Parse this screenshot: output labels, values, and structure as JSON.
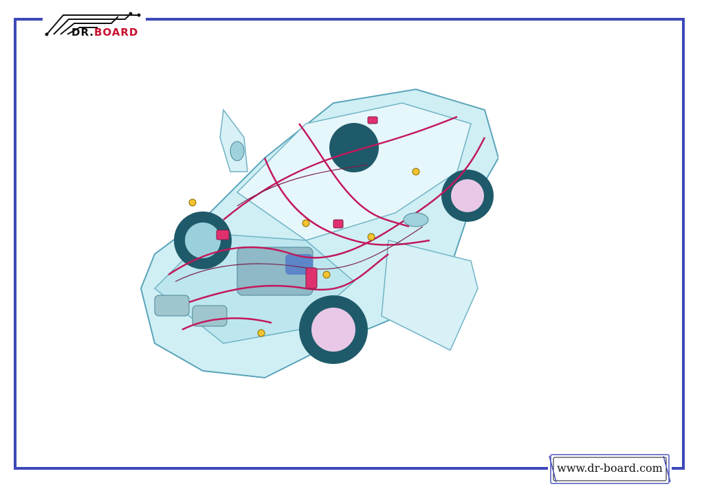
{
  "brand": {
    "logo_text_dark": "DR.",
    "logo_text_accent": "BOARD",
    "brand_color": "#c8102e",
    "frame_color": "#3d48b8"
  },
  "footer": {
    "website": "www.dr-board.com"
  },
  "illustration": {
    "subject": "car-wiring-harness-icon"
  }
}
